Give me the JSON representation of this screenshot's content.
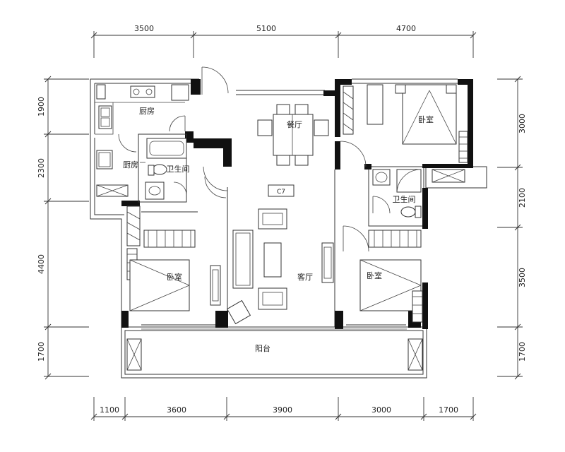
{
  "dimensions": {
    "top": [
      "3500",
      "5100",
      "4700"
    ],
    "bottom": [
      "1100",
      "3600",
      "3900",
      "3000",
      "1700"
    ],
    "left": [
      "1900",
      "2300",
      "4400",
      "1700"
    ],
    "right": [
      "3000",
      "2100",
      "3500",
      "1700"
    ]
  },
  "rooms": {
    "kitchen_top": "厨房",
    "kitchen_left": "厨房",
    "bathroom_left": "卫生间",
    "dining": "餐厅",
    "bedroom_top_right": "卧室",
    "bathroom_right": "卫生间",
    "window_tag": "C7",
    "living": "客厅",
    "bedroom_left": "卧室",
    "bedroom_right": "卧室",
    "balcony": "阳台"
  }
}
